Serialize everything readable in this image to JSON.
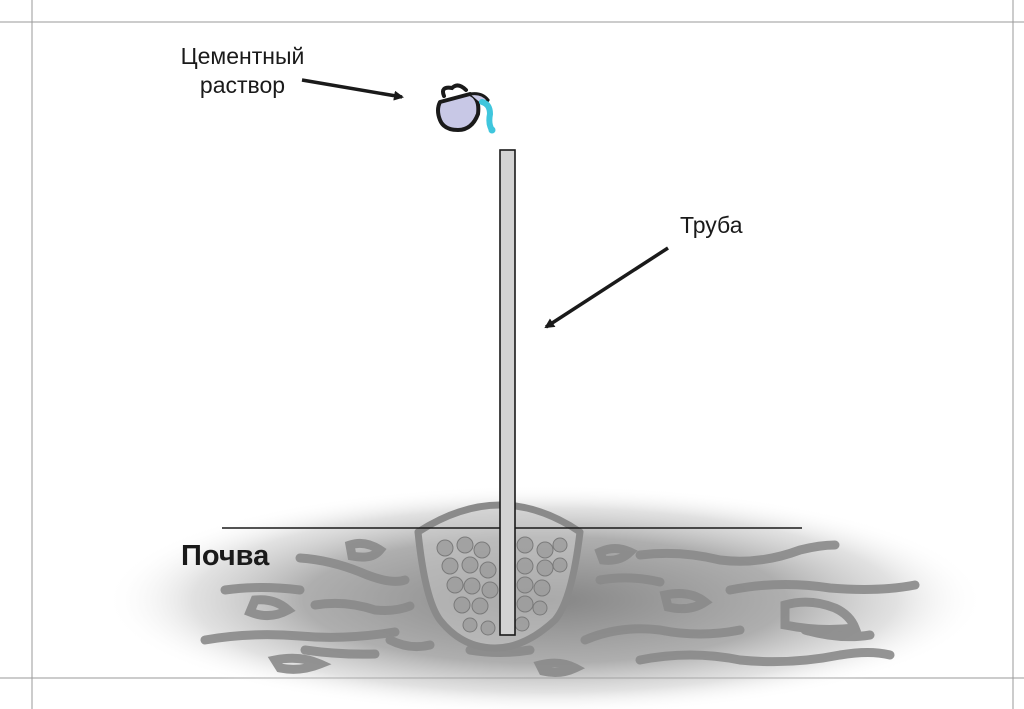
{
  "diagram": {
    "labels": {
      "cement_line1": "Цементный",
      "cement_line2": "раствор",
      "pipe": "Труба",
      "soil": "Почва"
    },
    "icons": {
      "pitcher": "pouring-pitcher-icon"
    },
    "colors": {
      "soil": "#6f6f6f",
      "soil_strokes": "#8a8a8a",
      "pipe_fill": "#d3d3d3",
      "outline": "#1a1a1a",
      "pitcher_body": "#c8c8e6",
      "liquid": "#3fc6dd"
    }
  }
}
